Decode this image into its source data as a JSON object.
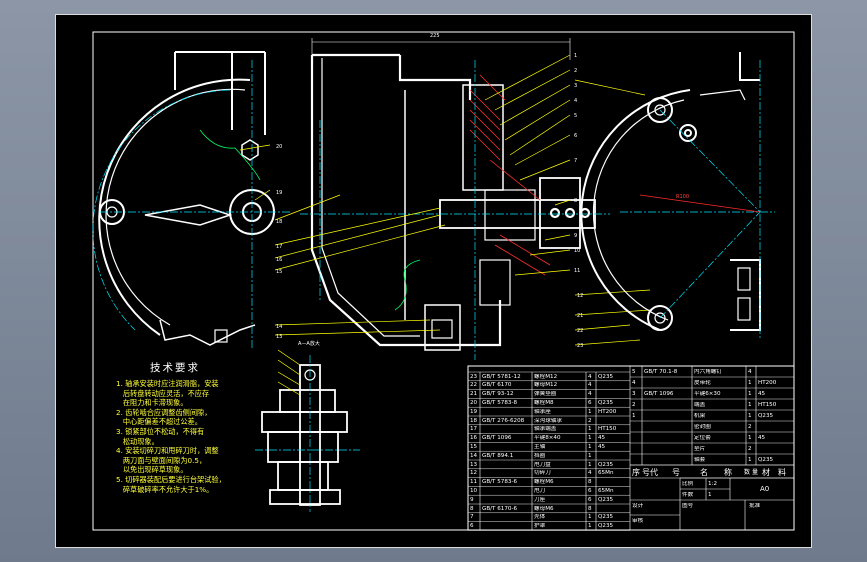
{
  "drawing": {
    "overall_dimension": "225",
    "section_label": "A—A放大",
    "radius_label": "R100"
  },
  "technical_requirements": {
    "title": "技术要求",
    "items": [
      "1. 轴承安装时应注润滑脂，安装",
      "   后转盘转动应灵活，不应存",
      "   在阻力和卡滞现象。",
      "2. 齿轮啮合应调整齿侧间隙，",
      "   中心距偏差不超过公差。",
      "3. 锁紧部位不松动，不得有",
      "   松动现象。",
      "4. 安装切碎刀和甩碎刀时，调整",
      "   两刀面与壁面间隙为0.5，",
      "   以免出现碎草现象。",
      "5. 切碎器装配后要进行台架试验，",
      "   碎草破碎率不允许大于1%。"
    ]
  },
  "parts_table_left": {
    "rows": [
      [
        "23",
        "GB/T 5781-12",
        "螺栓M12",
        "4",
        "Q235"
      ],
      [
        "22",
        "GB/T 6170",
        "螺母M12",
        "4",
        ""
      ],
      [
        "21",
        "GB/T 93-12",
        "弹簧垫圈",
        "4",
        ""
      ],
      [
        "20",
        "GB/T 5783-8",
        "螺栓M8",
        "6",
        "Q235"
      ],
      [
        "19",
        "",
        "轴承座",
        "1",
        "HT200"
      ],
      [
        "18",
        "GB/T 276-6208",
        "深沟球轴承",
        "2",
        ""
      ],
      [
        "17",
        "",
        "轴承端盖",
        "1",
        "HT150"
      ],
      [
        "16",
        "GB/T 1096",
        "平键8×40",
        "1",
        "45"
      ],
      [
        "15",
        "",
        "主轴",
        "1",
        "45"
      ],
      [
        "14",
        "GB/T 894.1",
        "挡圈",
        "1",
        ""
      ],
      [
        "13",
        "",
        "甩刀盘",
        "1",
        "Q235"
      ],
      [
        "12",
        "",
        "切碎刀",
        "4",
        "65Mn"
      ],
      [
        "11",
        "GB/T 5783-6",
        "螺栓M6",
        "8",
        ""
      ],
      [
        "10",
        "",
        "甩刀",
        "6",
        "65Mn"
      ],
      [
        "9",
        "",
        "刀座",
        "6",
        "Q235"
      ],
      [
        "8",
        "GB/T 6170-6",
        "螺母M6",
        "8",
        ""
      ],
      [
        "7",
        "",
        "壳体",
        "1",
        "Q235"
      ],
      [
        "6",
        "",
        "护罩",
        "1",
        "Q235"
      ]
    ]
  },
  "parts_table_right": {
    "rows": [
      [
        "5",
        "GB/T 70.1-8",
        "内六角螺钉",
        "4",
        ""
      ],
      [
        "4",
        "",
        "皮带轮",
        "1",
        "HT200"
      ],
      [
        "3",
        "GB/T 1096",
        "平键6×30",
        "1",
        "45"
      ],
      [
        "2",
        "",
        "端盖",
        "1",
        "HT150"
      ],
      [
        "1",
        "",
        "机架",
        "1",
        "Q235"
      ],
      [
        "",
        "",
        "密封圈",
        "2",
        ""
      ],
      [
        "",
        "",
        "定位套",
        "1",
        "45"
      ],
      [
        "",
        "",
        "垫片",
        "2",
        ""
      ],
      [
        "",
        "",
        "轴套",
        "1",
        "Q235"
      ]
    ],
    "header": [
      "序号",
      "代",
      "号",
      "名",
      "称",
      "数量",
      "材",
      "料"
    ]
  },
  "title_block": {
    "scale_label": "比例",
    "scale_value": "1:2",
    "qty_label": "件数",
    "qty_value": "1",
    "sheet_label": "图号",
    "sheet_value": "A0",
    "design_label": "设计",
    "check_label": "审核",
    "approve_label": "批准"
  },
  "colors": {
    "geometry": "#ffffff",
    "center_line": "#00e5ff",
    "leader": "#ffff00",
    "hatch": "#ff3030",
    "section": "#00ff66",
    "dimension": "#ff2a2a"
  }
}
